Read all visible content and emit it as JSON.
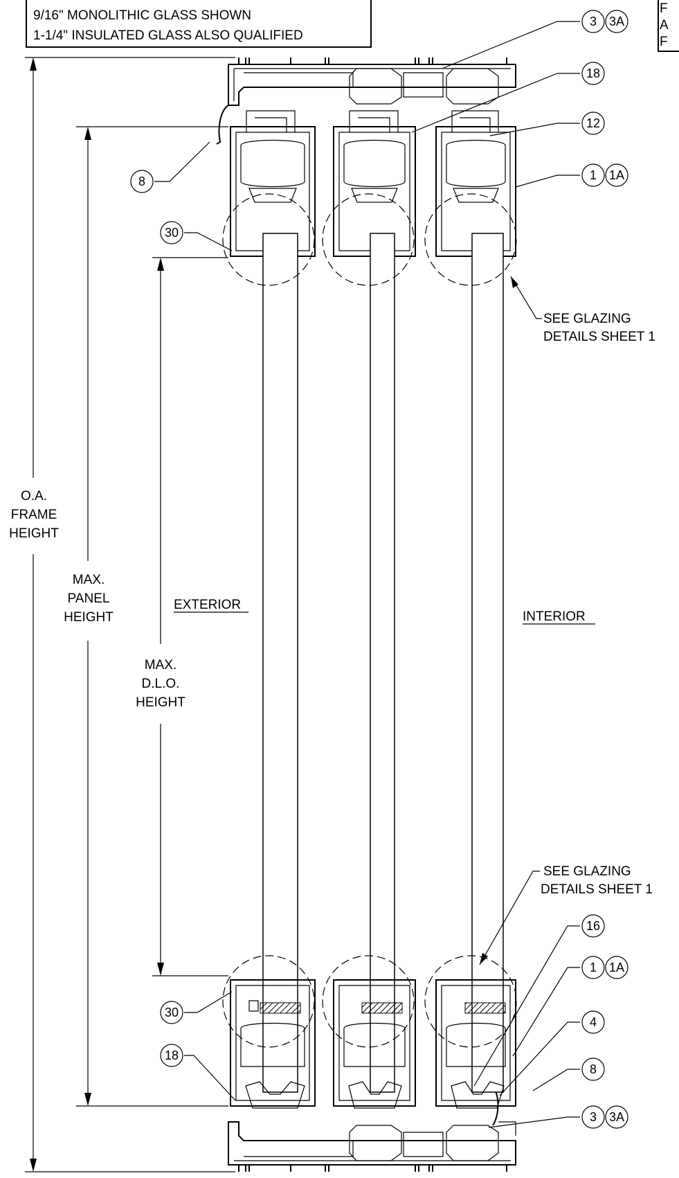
{
  "notes": {
    "line1": "9/16\" MONOLITHIC GLASS SHOWN",
    "line2": "1-1/4\" INSULATED GLASS ALSO QUALIFIED",
    "right_fragment": [
      "F",
      "A",
      "F"
    ]
  },
  "dimensions": {
    "oa_frame_height": [
      "O.A.",
      "FRAME",
      "HEIGHT"
    ],
    "max_panel_height": [
      "MAX.",
      "PANEL",
      "HEIGHT"
    ],
    "max_dlo_height": [
      "MAX.",
      "D.L.O.",
      "HEIGHT"
    ]
  },
  "sides": {
    "exterior": "EXTERIOR",
    "interior": "INTERIOR"
  },
  "callouts": {
    "see_glazing_top": [
      "SEE GLAZING",
      "DETAILS SHEET 1"
    ],
    "see_glazing_bottom": [
      "SEE GLAZING",
      "DETAILS SHEET 1"
    ]
  },
  "bubbles": {
    "b3": "3",
    "b3a": "3A",
    "b18": "18",
    "b12": "12",
    "b8": "8",
    "b1": "1",
    "b1a": "1A",
    "b30": "30",
    "b16": "16",
    "b4": "4"
  }
}
